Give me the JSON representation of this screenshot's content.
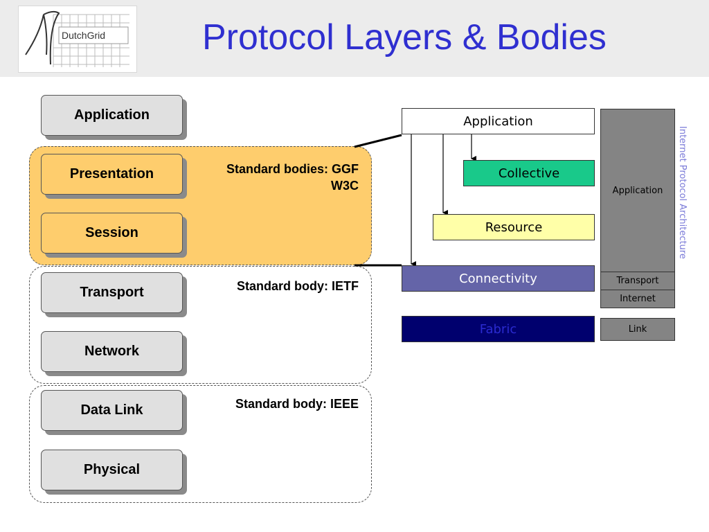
{
  "header": {
    "title": "Protocol Layers & Bodies",
    "logo_text": "DutchGrid"
  },
  "osi_layers": [
    "Application",
    "Presentation",
    "Session",
    "Transport",
    "Network",
    "Data Link",
    "Physical"
  ],
  "standard_bodies": {
    "ggf_line1": "Standard bodies: GGF",
    "ggf_line2": "W3C",
    "ietf": "Standard body: IETF",
    "ieee": "Standard body: IEEE"
  },
  "grid_layers": {
    "application": "Application",
    "collective": "Collective",
    "resource": "Resource",
    "connectivity": "Connectivity",
    "fabric": "Fabric"
  },
  "internet_layers": {
    "application": "Application",
    "transport": "Transport",
    "internet": "Internet",
    "link": "Link"
  },
  "internet_architecture_label": "Internet Protocol Architecture",
  "colors": {
    "title": "#2f2fd0",
    "orange_group": "#fecd6d",
    "collective": "#19c98a",
    "resource": "#ffffa8",
    "connectivity": "#6464a8",
    "fabric": "#00006e",
    "internet_stack": "#848484"
  }
}
